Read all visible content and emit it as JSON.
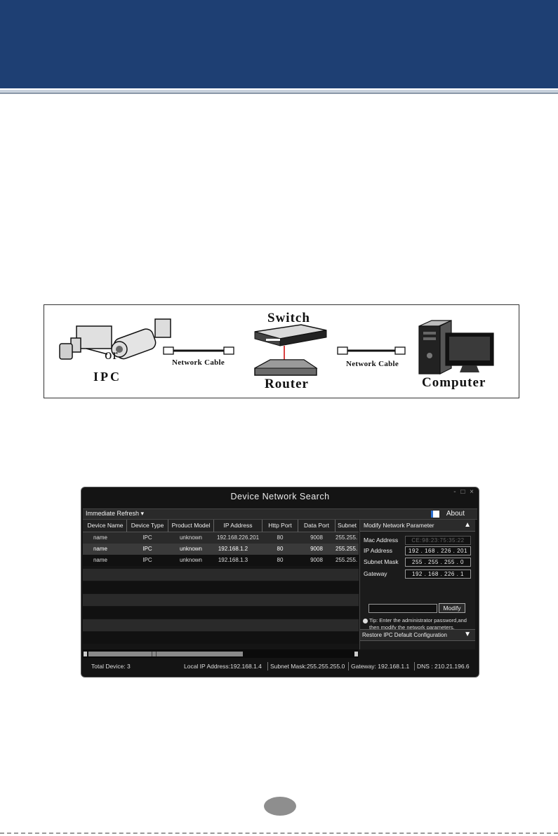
{
  "diagram": {
    "labels": {
      "switch": "Switch",
      "or": "or",
      "ipc": "IPC",
      "network_cable_left": "Network Cable",
      "router": "Router",
      "network_cable_right": "Network Cable",
      "computer": "Computer"
    }
  },
  "window": {
    "title": "Device Network Search",
    "controls": "- □ ×",
    "toolbar": {
      "refresh": "Immediate Refresh ▾",
      "about": "About"
    },
    "columns": [
      "Device Name",
      "Device Type",
      "Product Model",
      "IP Address",
      "Http Port",
      "Data Port",
      "Subnet"
    ],
    "rows": [
      [
        "name",
        "IPC",
        "unknown",
        "192.168.226.201",
        "80",
        "9008",
        "255.255."
      ],
      [
        "name",
        "IPC",
        "unknown",
        "192.168.1.2",
        "80",
        "9008",
        "255.255."
      ],
      [
        "name",
        "IPC",
        "unknown",
        "192.168.1.3",
        "80",
        "9008",
        "255.255."
      ]
    ],
    "panel": {
      "title": "Modify Network Parameter",
      "collapse_glyph": "▲",
      "mac_label": "Mac Address",
      "mac_value": "CE:98:23:75:35:22",
      "ip_label": "IP Address",
      "ip_value": "192 . 168 . 226 . 201",
      "mask_label": "Subnet Mask",
      "mask_value": "255 . 255 . 255 .  0",
      "gw_label": "Gateway",
      "gw_value": "192 . 168 . 226 .  1",
      "modify": "Modify",
      "tip": "Tip: Enter the administrator password,and then modify the network parameters.",
      "restore": "Restore IPC Default Configuration",
      "expand_glyph": "▼"
    },
    "status": {
      "total": "Total Device: 3",
      "local_ip": "Local IP Address:192.168.1.4",
      "mask": "Subnet Mask:255.255.255.0",
      "gateway": "Gateway: 192.168.1.1",
      "dns": "DNS : 210.21.196.6"
    }
  }
}
